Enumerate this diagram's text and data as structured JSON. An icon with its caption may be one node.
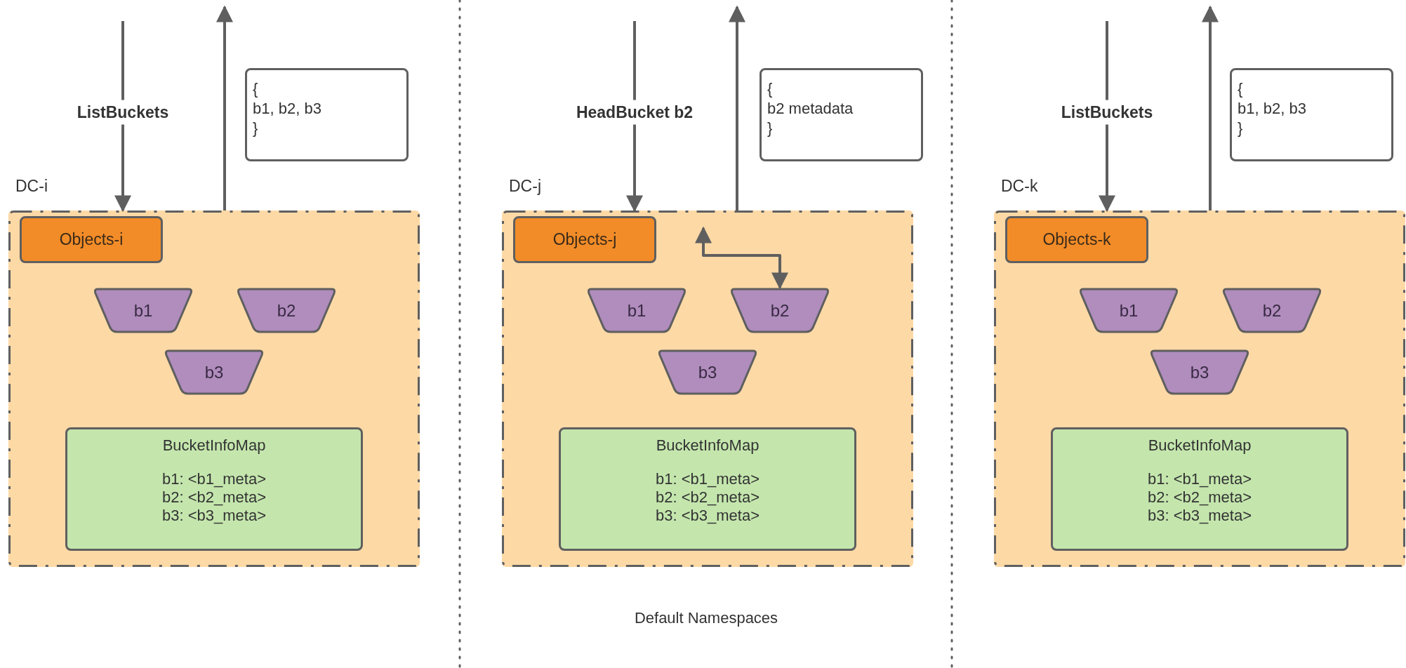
{
  "diagram": {
    "nodes": [
      {
        "text": [
          "{",
          "b1, b2, b3",
          "}"
        ]
      },
      {
        "text": [
          "DC-i"
        ]
      },
      {
        "text": [
          "Objects-i"
        ],
        "in": 1
      },
      {
        "text": [
          "b1"
        ],
        "in": 1
      },
      {
        "text": [
          "b2"
        ],
        "in": 1
      },
      {
        "text": [
          "b3"
        ],
        "in": 1
      },
      {
        "text": [
          "BucketInfoMap",
          "b1: <b1_meta>",
          "b2: <b2_meta>",
          "b3: <b3_meta>"
        ],
        "in": 1
      },
      {
        "text": [
          "{",
          "b2 metadata",
          "}"
        ]
      },
      {
        "text": [
          "DC-j"
        ]
      },
      {
        "text": [
          "Objects-j"
        ],
        "in": 8
      },
      {
        "text": [
          "b1"
        ],
        "in": 8
      },
      {
        "text": [
          "b2"
        ],
        "in": 8
      },
      {
        "text": [
          "b3"
        ],
        "in": 8
      },
      {
        "text": [
          "BucketInfoMap",
          "b1: <b1_meta>",
          "b2: <b2_meta>",
          "b3: <b3_meta>"
        ],
        "in": 8
      },
      {
        "text": [
          "{",
          "b1, b2, b3",
          "}"
        ]
      },
      {
        "text": [
          "DC-k"
        ]
      },
      {
        "text": [
          "Objects-k"
        ],
        "in": 15
      },
      {
        "text": [
          "b1"
        ],
        "in": 15
      },
      {
        "text": [
          "b2"
        ],
        "in": 15
      },
      {
        "text": [
          "b3"
        ],
        "in": 15
      },
      {
        "text": [
          "BucketInfoMap",
          "b1: <b1_meta>",
          "b2: <b2_meta>",
          "b3: <b3_meta>"
        ],
        "in": 15
      }
    ],
    "edges": [
      {
        "from": null,
        "to": 1,
        "arrow": "to",
        "label": "ListBuckets"
      },
      {
        "from": 1,
        "to": null,
        "arrow": "to"
      },
      {
        "from": null,
        "to": 8,
        "arrow": "to",
        "label": "HeadBucket b2"
      },
      {
        "from": 8,
        "to": null,
        "arrow": "to"
      },
      {
        "from": null,
        "to": 11,
        "arrow": "both"
      },
      {
        "from": null,
        "to": 15,
        "arrow": "to",
        "label": "ListBuckets"
      },
      {
        "from": 15,
        "to": null,
        "arrow": "to"
      }
    ],
    "labels": [
      "Default Namespaces"
    ]
  }
}
